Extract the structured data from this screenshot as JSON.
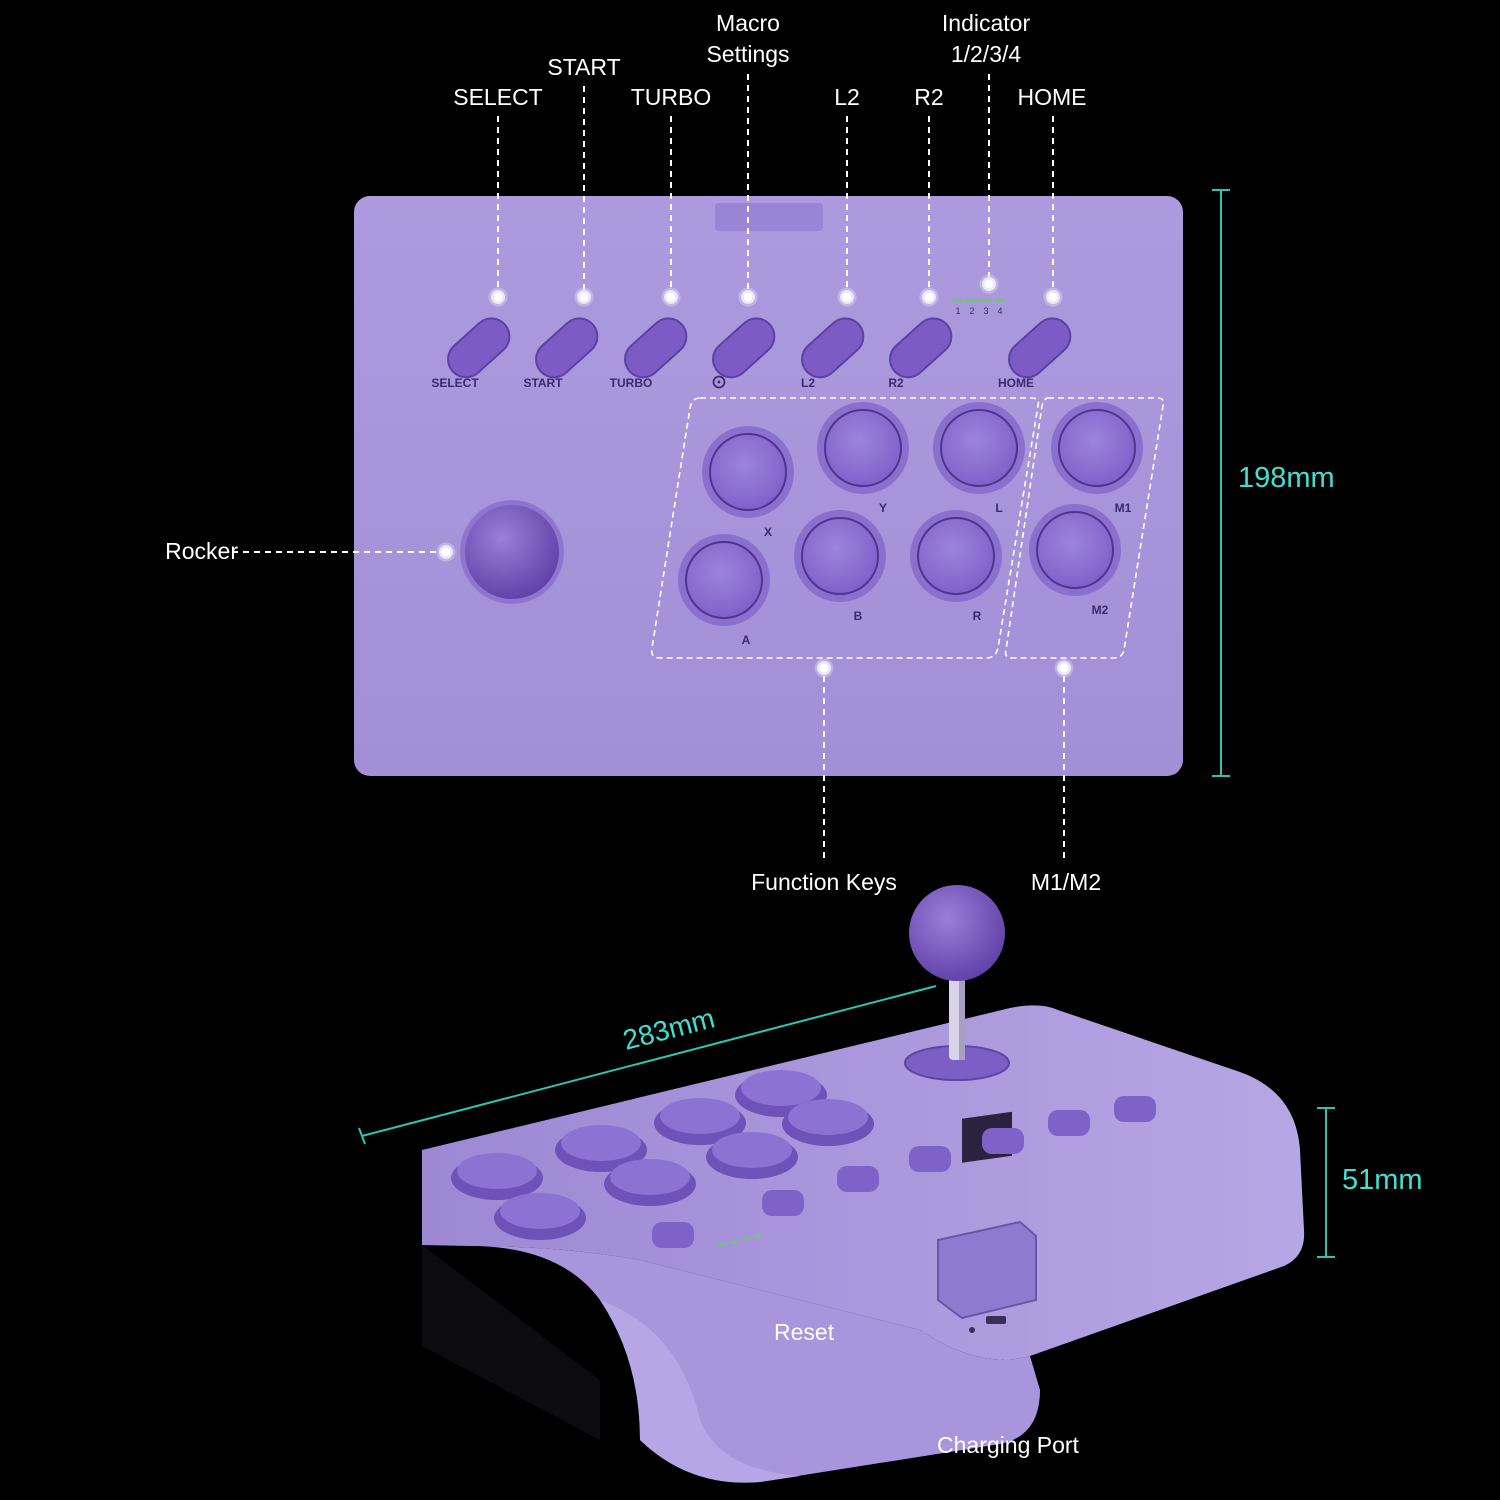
{
  "colors": {
    "background": "#000000",
    "body_purple": "#a996dc",
    "button_purple": "#7c5cc4",
    "label_text": "#ffffff",
    "dimension_text": "#3fe0d4",
    "indicator_green": "#5fd35f"
  },
  "callouts": {
    "select": "SELECT",
    "start": "START",
    "turbo": "TURBO",
    "macro_line1": "Macro",
    "macro_line2": "Settings",
    "l2": "L2",
    "r2": "R2",
    "indicator_line1": "Indicator",
    "indicator_line2": "1/2/3/4",
    "home": "HOME",
    "rocker": "Rocker",
    "function_keys": "Function Keys",
    "m1m2": "M1/M2",
    "reset": "Reset",
    "charging_port": "Charging Port"
  },
  "dimensions": {
    "height": "198mm",
    "width": "283mm",
    "depth": "51mm"
  },
  "controller_labels": {
    "select": "SELECT",
    "start": "START",
    "turbo": "TURBO",
    "l2": "L2",
    "r2": "R2",
    "home": "HOME",
    "indicator_numbers": [
      "1",
      "2",
      "3",
      "4"
    ],
    "x": "X",
    "y": "Y",
    "l": "L",
    "a": "A",
    "b": "B",
    "r": "R",
    "m1": "M1",
    "m2": "M2"
  },
  "icons": {
    "macro": "macro-settings-icon"
  }
}
